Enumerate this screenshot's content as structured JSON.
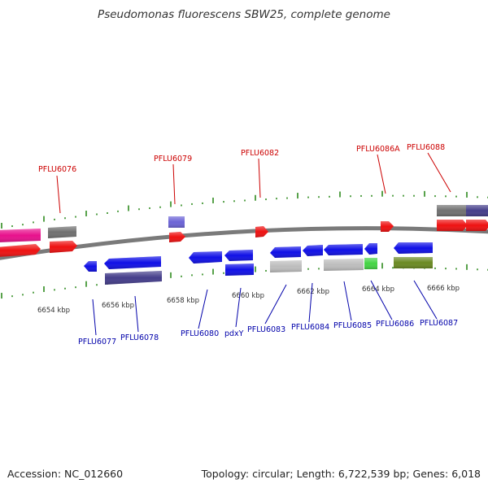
{
  "header": {
    "title": "Pseudomonas fluorescens SBW25, complete genome"
  },
  "footer": {
    "accession": "Accession: NC_012660",
    "summary": "Topology: circular; Length: 6,722,539 bp; Genes: 6,018"
  },
  "colors": {
    "backbone": "#7a7a7a",
    "tick": "#2e8b1e",
    "forward_label": "#cc0000",
    "reverse_label": "#0000aa",
    "cds_blue": "#1010e6",
    "cds_red": "#ee1111",
    "gene_gray": "#bdbdbd",
    "gene_dark": "#707070",
    "gene_purple": "#443d8a",
    "gene_lightpurple": "#6b63d6",
    "gene_green": "#44d444",
    "gene_olive": "#6a8a22",
    "gene_magenta": "#e8108c"
  },
  "scale_labels": [
    "6654 kbp",
    "6656 kbp",
    "6658 kbp",
    "6660 kbp",
    "6662 kbp",
    "6664 kbp",
    "6666 kbp"
  ],
  "forward_labels": [
    "PFLU6076",
    "PFLU6079",
    "PFLU6082",
    "PFLU6086A",
    "PFLU6088"
  ],
  "reverse_labels": [
    "PFLU6077",
    "PFLU6078",
    "PFLU6080",
    "pdxY",
    "PFLU6083",
    "PFLU6084",
    "PFLU6085",
    "PFLU6086",
    "PFLU6087"
  ]
}
